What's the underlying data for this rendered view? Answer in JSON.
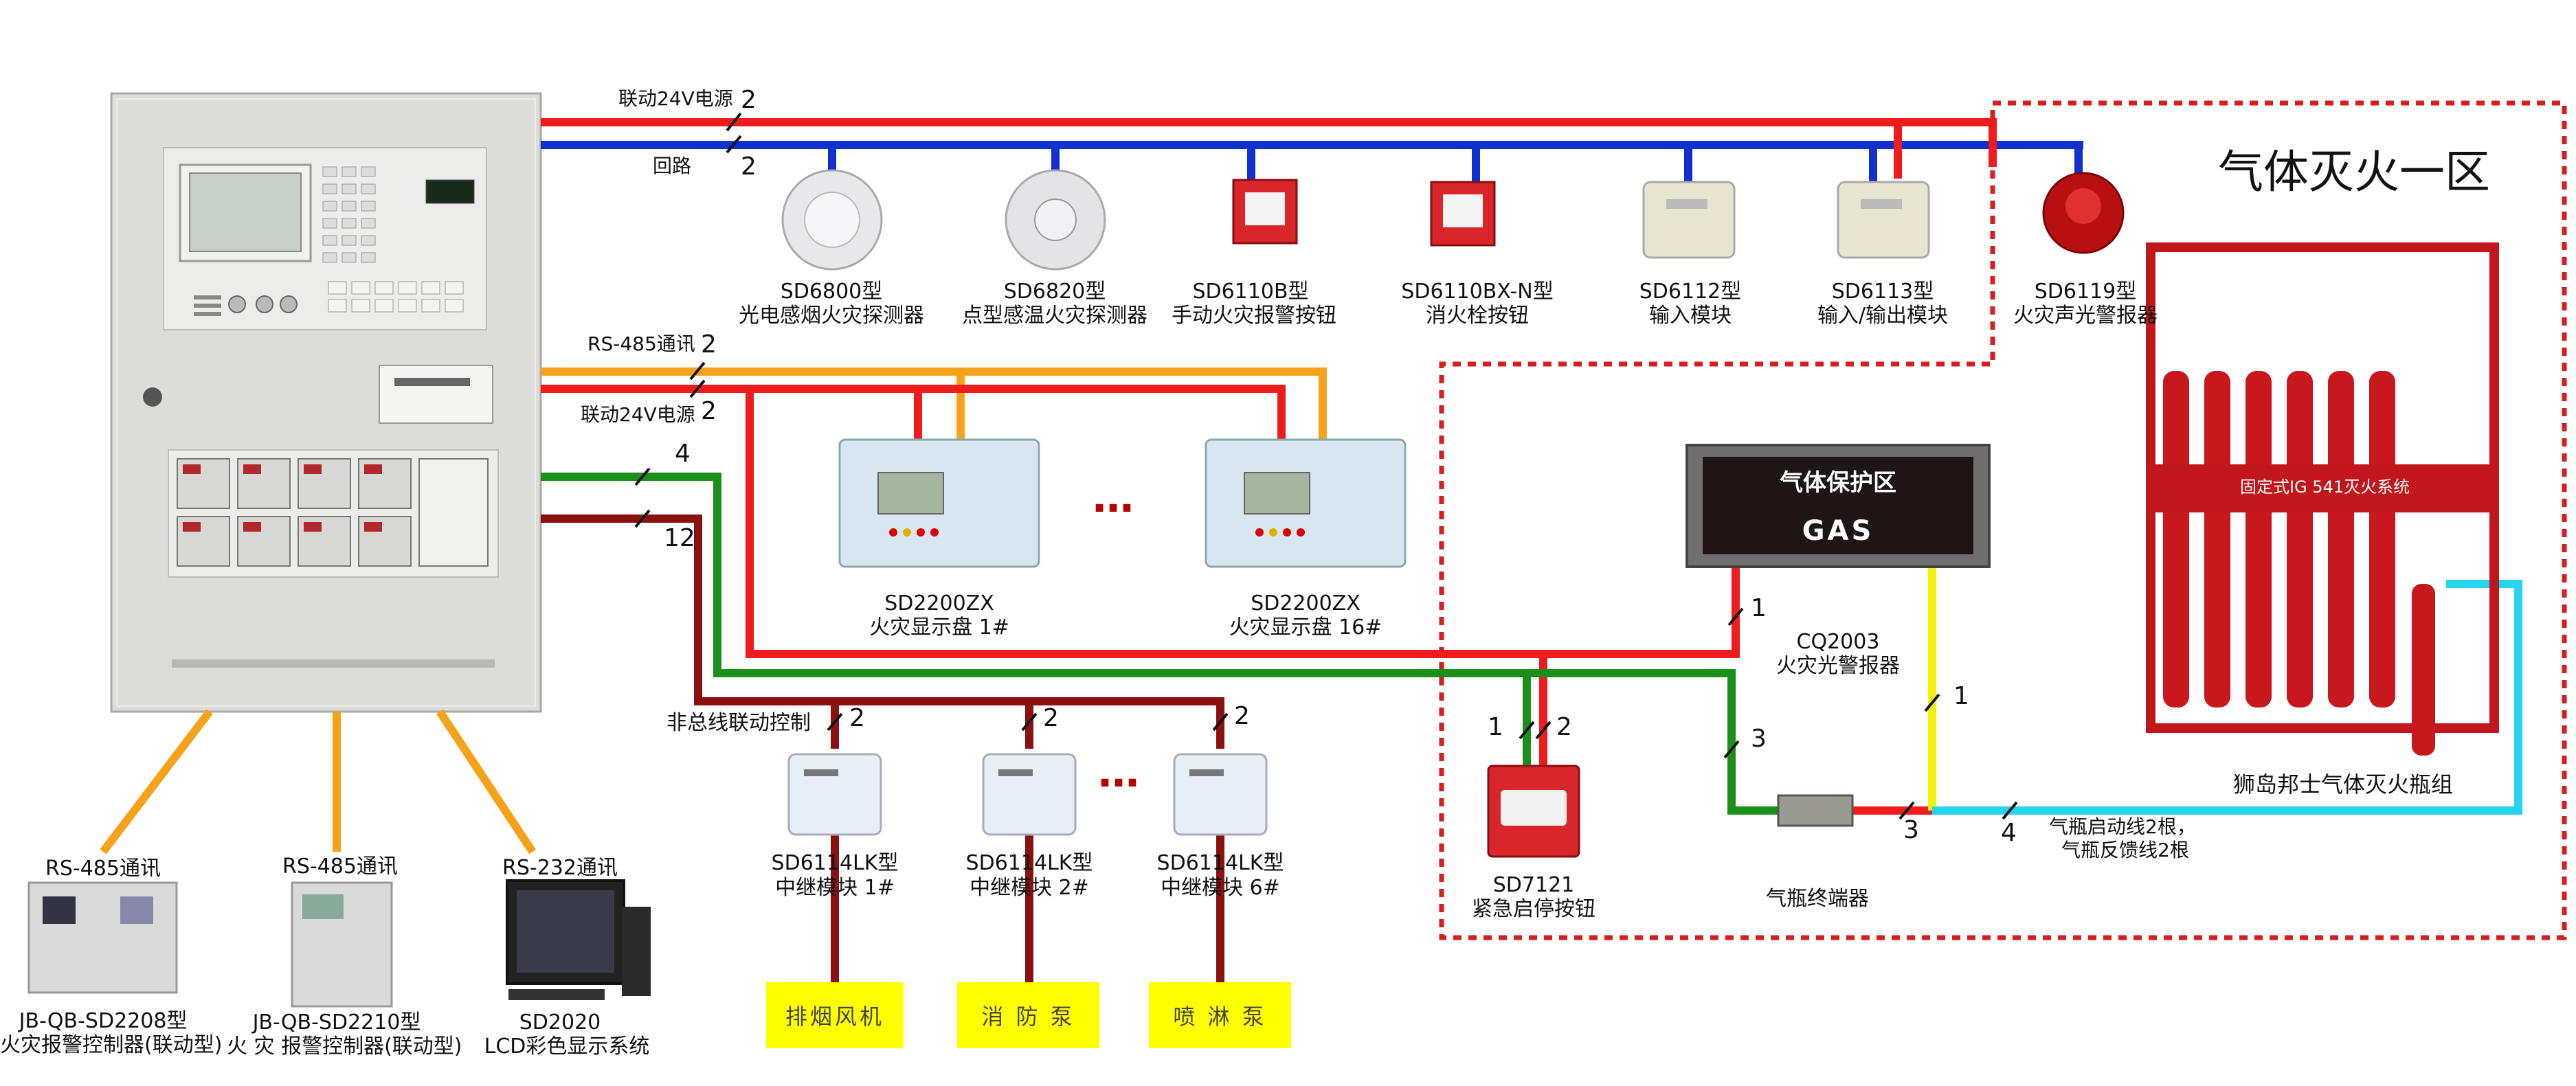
{
  "zone_title": "气体灭火一区",
  "bus_labels": {
    "linkage_24v_top": "联动24V电源",
    "loop": "回路",
    "rs485_mid": "RS-485通讯",
    "linkage_24v_mid": "联动24V电源",
    "non_bus_linkage": "非总线联动控制"
  },
  "wire_counts": {
    "top_power": "2",
    "loop": "2",
    "rs485": "2",
    "power_mid": "2",
    "green": "4",
    "darkred": "12",
    "relay1": "2",
    "relay2": "2",
    "relay6": "2",
    "cq2003": "1",
    "sd7121_left": "1",
    "sd7121_right": "2",
    "green_drop": "3",
    "terminal": "3",
    "yellow": "1",
    "cyan": "4"
  },
  "detectors": [
    {
      "model": "SD6800型",
      "name": "光电感烟火灾探测器"
    },
    {
      "model": "SD6820型",
      "name": "点型感温火灾探测器"
    },
    {
      "model": "SD6110B型",
      "name": "手动火灾报警按钮"
    },
    {
      "model": "SD6110BX-N型",
      "name": "消火栓按钮"
    },
    {
      "model": "SD6112型",
      "name": "输入模块"
    },
    {
      "model": "SD6113型",
      "name": "输入/输出模块"
    },
    {
      "model": "SD6119型",
      "name": "火灾声光警报器"
    }
  ],
  "display_panels": [
    {
      "model": "SD2200ZX",
      "name": "火灾显示盘 1#"
    },
    {
      "model": "SD2200ZX",
      "name": "火灾显示盘 16#"
    }
  ],
  "relay_modules": [
    {
      "model": "SD6114LK型",
      "name": "中继模块 1#"
    },
    {
      "model": "SD6114LK型",
      "name": "中继模块 2#"
    },
    {
      "model": "SD6114LK型",
      "name": "中继模块 6#"
    }
  ],
  "equipment": [
    "排烟风机",
    "消 防 泵",
    "喷 淋 泵"
  ],
  "gas_zone": {
    "alarm_model": "CQ2003",
    "alarm_name": "火灾光警报器",
    "panel_top": "气体保护区",
    "panel_bottom": "GAS",
    "button_model": "SD7121",
    "button_name": "紧急启停按钮",
    "terminal_name": "气瓶终端器",
    "cylinder_name": "狮岛邦士气体灭火瓶组",
    "cylinder_rack_label": "固定式IG 541灭火系统",
    "cylinder_note_1": "气瓶启动线2根，",
    "cylinder_note_2": "气瓶反馈线2根"
  },
  "peripherals": [
    {
      "link": "RS-485通讯",
      "model": "JB-QB-SD2208型",
      "name": "火灾报警控制器(联动型)"
    },
    {
      "link": "RS-485通讯",
      "model": "JB-QB-SD2210型",
      "name": "火 灾 报警控制器(联动型)"
    },
    {
      "link": "RS-232通讯",
      "model": "SD2020",
      "name": "LCD彩色显示系统"
    }
  ],
  "colors": {
    "power": "#ee1c1c",
    "loop": "#1030d0",
    "rs485": "#f7a21b",
    "green": "#1a8f1a",
    "darkred": "#8b1010",
    "yellow": "#f2f20a",
    "cyan": "#26d4ee",
    "zone_border": "#d91c1c"
  }
}
